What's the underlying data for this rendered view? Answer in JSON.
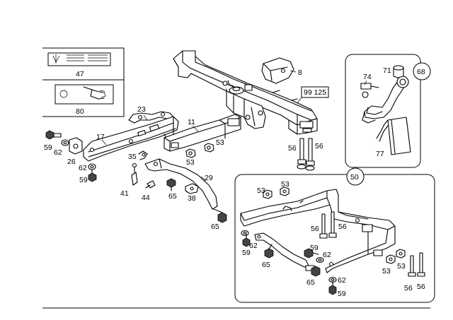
{
  "diagram": {
    "labels": {
      "p47": "47",
      "p80": "80",
      "p8": "8",
      "p99125": "99 125",
      "p68": "68",
      "p74": "74",
      "p71": "71",
      "p77": "77",
      "p23": "23",
      "p17": "17",
      "p11": "11",
      "p53a": "53",
      "p53b": "53",
      "p59a": "59",
      "p62a": "62",
      "p26": "26",
      "p62b": "62",
      "p59b": "59",
      "p35": "35",
      "p41": "41",
      "p44": "44",
      "p65a": "65",
      "p38": "38",
      "p29": "29",
      "p65b": "65",
      "p56a": "56",
      "p56b": "56",
      "p50": "50",
      "p53c": "53",
      "p53d": "53",
      "p56c": "56",
      "p56d": "56",
      "p62c": "62",
      "p59c": "59",
      "p65c": "65",
      "p59d": "59",
      "p62d": "62",
      "p65d": "65",
      "p53e": "53",
      "p53f": "53",
      "p62e": "62",
      "p59e": "59",
      "p56e": "56",
      "p56f": "56"
    }
  }
}
